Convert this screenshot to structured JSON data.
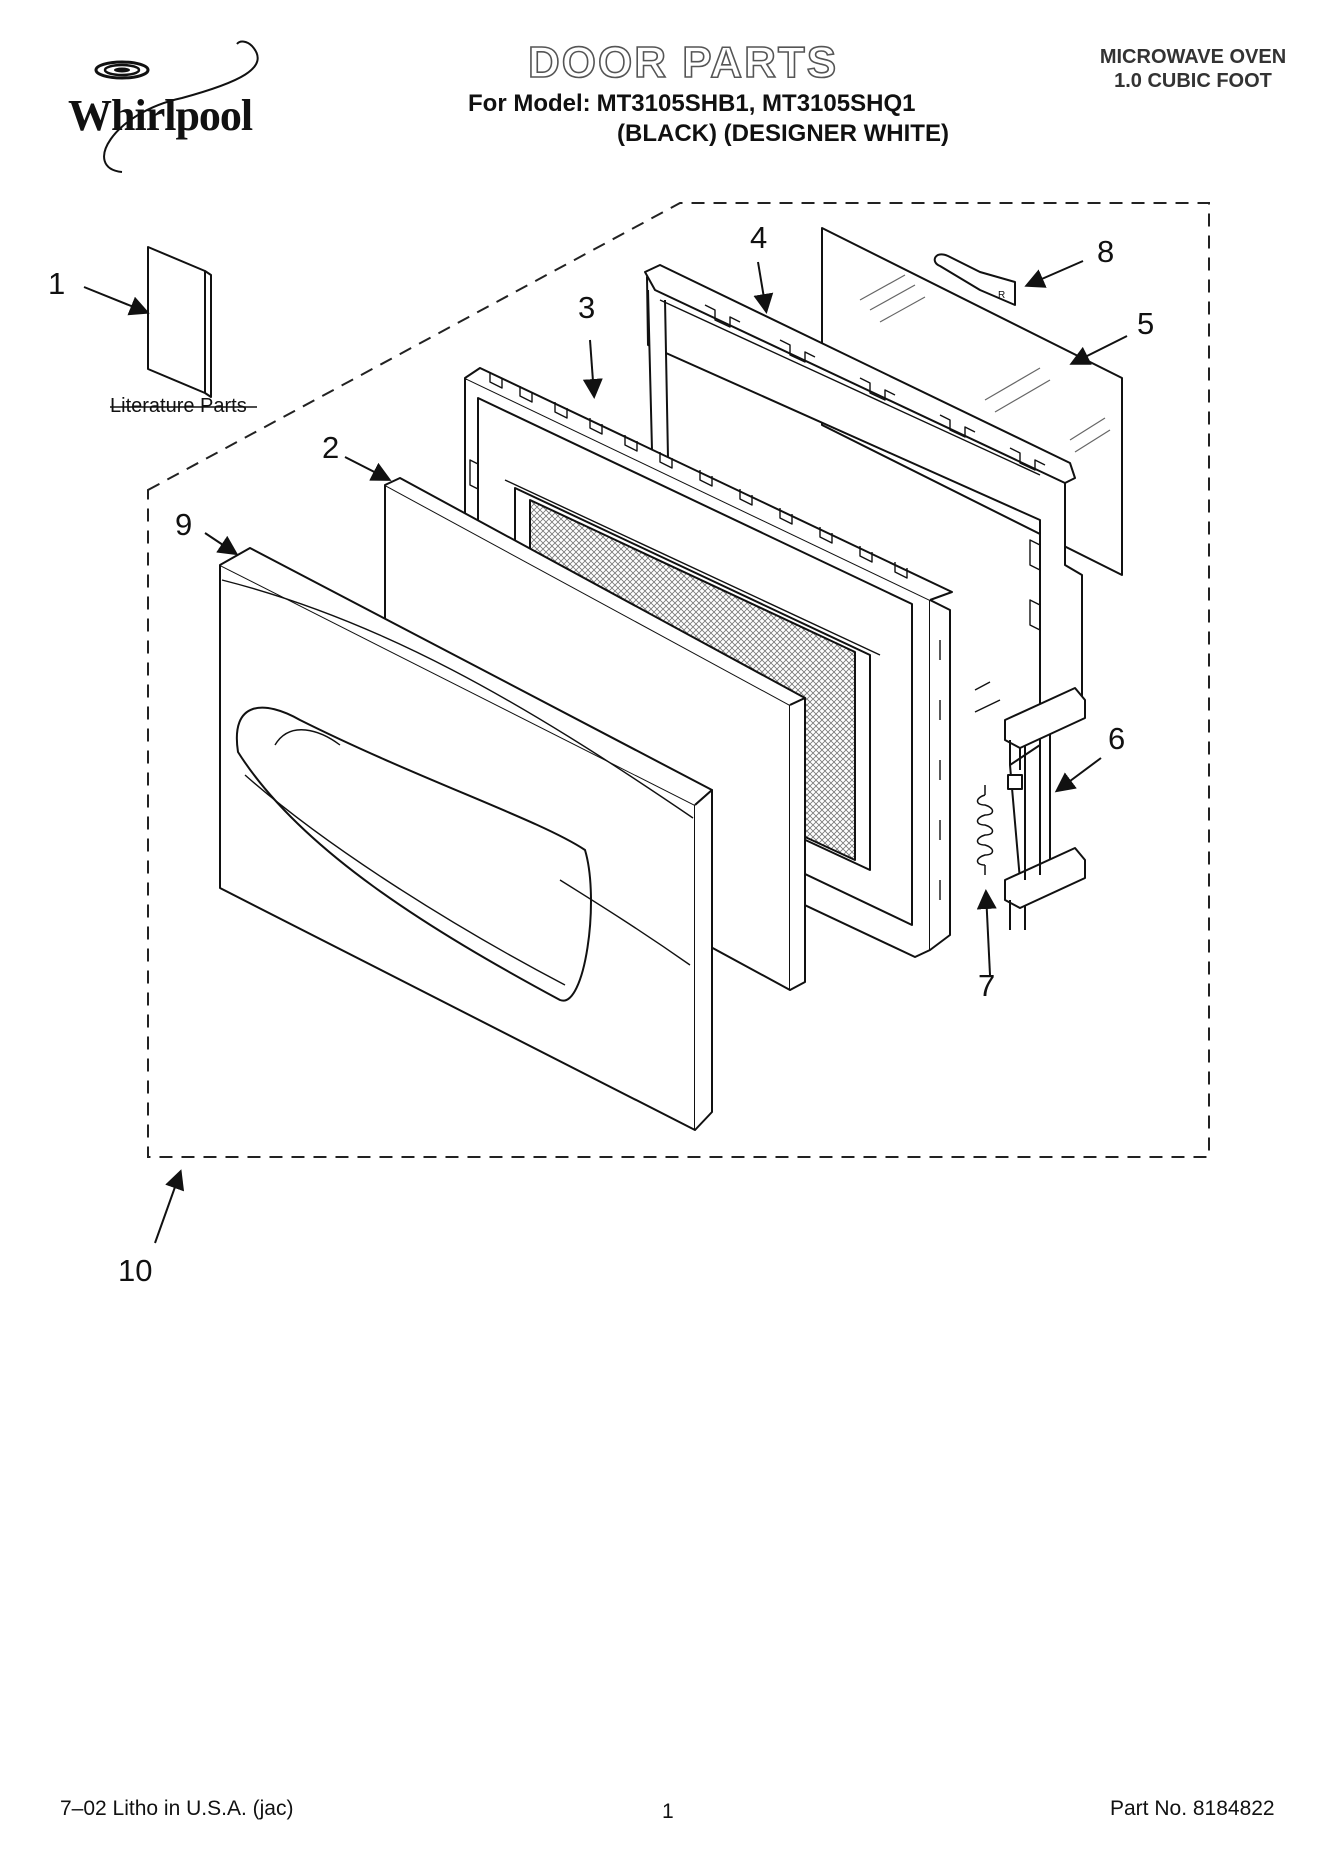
{
  "header": {
    "brand": "Whirlpool",
    "title": "DOOR PARTS",
    "model_label": "For Model:",
    "models": "MT3105SHB1, MT3105SHQ1",
    "colors": "(BLACK) (DESIGNER WHITE)",
    "product_type": "MICROWAVE OVEN",
    "capacity": "1.0 CUBIC FOOT"
  },
  "diagram": {
    "literature_label": "Literature Parts",
    "callouts": [
      "1",
      "2",
      "3",
      "4",
      "5",
      "6",
      "7",
      "8",
      "9",
      "10"
    ]
  },
  "footer": {
    "litho": "7–02 Litho in U.S.A. (jac)",
    "page_number": "1",
    "part_number": "Part No. 8184822"
  }
}
